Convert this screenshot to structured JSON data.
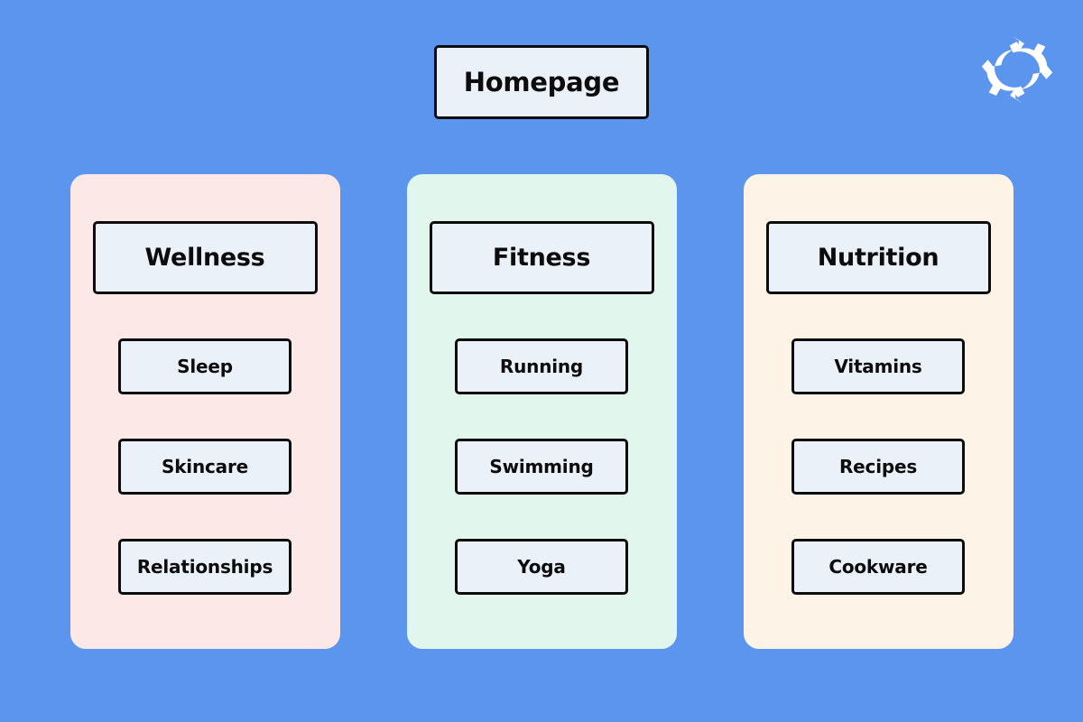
{
  "page": {
    "background_color": "#5b95ee",
    "node_fill_color": "#eaf1f9",
    "node_border_color": "#0c0c0c"
  },
  "logo": {
    "icon": "double-gear-icon",
    "color": "#ffffff"
  },
  "root": {
    "label": "Homepage"
  },
  "columns": [
    {
      "id": "wellness",
      "panel_color": "#fde8e8",
      "category": "Wellness",
      "items": [
        "Sleep",
        "Skincare",
        "Relationships"
      ]
    },
    {
      "id": "fitness",
      "panel_color": "#e1f6ec",
      "category": "Fitness",
      "items": [
        "Running",
        "Swimming",
        "Yoga"
      ]
    },
    {
      "id": "nutrition",
      "panel_color": "#fdf3e7",
      "category": "Nutrition",
      "items": [
        "Vitamins",
        "Recipes",
        "Cookware"
      ]
    }
  ]
}
